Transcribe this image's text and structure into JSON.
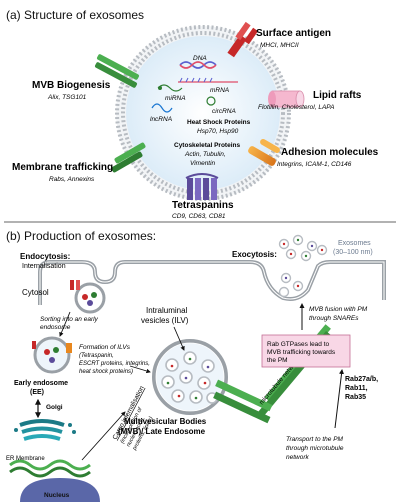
{
  "panel_a": {
    "title": "(a) Structure of exosomes",
    "cargo": {
      "dna": "DNA",
      "mrna": "mRNA",
      "mirna": "miRNA",
      "circrna": "circRNA",
      "lncrna": "lncRNA",
      "hsp_title": "Heat Shock Proteins",
      "hsp_items": "Hsp70, Hsp90",
      "cyto_title": "Cytoskeletal Proteins",
      "cyto_line1": "Actin, Tubulin,",
      "cyto_line2": "Vimentin"
    },
    "surface_antigen": {
      "title": "Surface antigen",
      "items": "MHCI, MHCII"
    },
    "mvb_biogenesis": {
      "title": "MVB Biogenesis",
      "items": "Alix, TSG101"
    },
    "lipid_rafts": {
      "title": "Lipid rafts",
      "items": "Flotillin, Cholesterol, LAPA"
    },
    "adhesion": {
      "title": "Adhesion molecules",
      "items": "Integrins, ICAM-1, CD146"
    },
    "membrane_trafficking": {
      "title": "Membrane trafficking",
      "items": "Rabs, Annexins"
    },
    "tetraspanins": {
      "title": "Tetraspanins",
      "items": "CD9, CD63, CD81"
    }
  },
  "panel_b": {
    "title": "(b) Production of exosomes:",
    "endocytosis_title": "Endocytosis:",
    "endocytosis_sub": "Internalisation",
    "cytosol": "Cytosol",
    "sorting_line1": "Sorting into an early",
    "sorting_line2": "endosome",
    "ilv_formation_line1": "Formation of ILVs",
    "ilv_formation_line2": "(Tetraspanin,",
    "ilv_formation_line3": "ESCRT proteins, integrins,",
    "ilv_formation_line4": "heat shock proteins)",
    "early_endosome_line1": "Early endosome",
    "early_endosome_line2": "(EE)",
    "golgi": "Golgi",
    "cargo_int_title": "Cargo internalisation",
    "cargo_int_line1": "(incorporation of",
    "cargo_int_line2": "nucleic acids,",
    "cargo_int_line3": "proteins, lipids)",
    "er_membrane": "ER Membrane",
    "nucleus": "Nucleus",
    "ilv_line1": "Intraluminal",
    "ilv_line2": "vesicles (ILV)",
    "mvb_line1": "Multivesicular Bodies",
    "mvb_line2": "(MVB)/ Late Endosome",
    "microtubule": "microtubule network",
    "exocytosis": "Exocytosis:",
    "exosomes_line1": "Exosomes",
    "exosomes_line2": "(30–100 nm)",
    "fusion_line1": "MVB fusion with PM",
    "fusion_line2": "through SNAREs",
    "rab_box_line1": "Rab GTPases lead to",
    "rab_box_line2": "MVB trafficking towards",
    "rab_box_line3": "the PM",
    "rab_list_line1": "Rab27a/b,",
    "rab_list_line2": "Rab11,",
    "rab_list_line3": "Rab35",
    "transport_line1": "Transport to the PM",
    "transport_line2": "through microtubule",
    "transport_line3": "network"
  },
  "colors": {
    "membrane_gray": "#9aa0a6",
    "lumen": "#eaf3fb",
    "pink_box": "#f8d7e6",
    "green": "#4caf50",
    "purple": "#5b4b9a",
    "orange": "#e8871e",
    "red": "#c62828"
  }
}
